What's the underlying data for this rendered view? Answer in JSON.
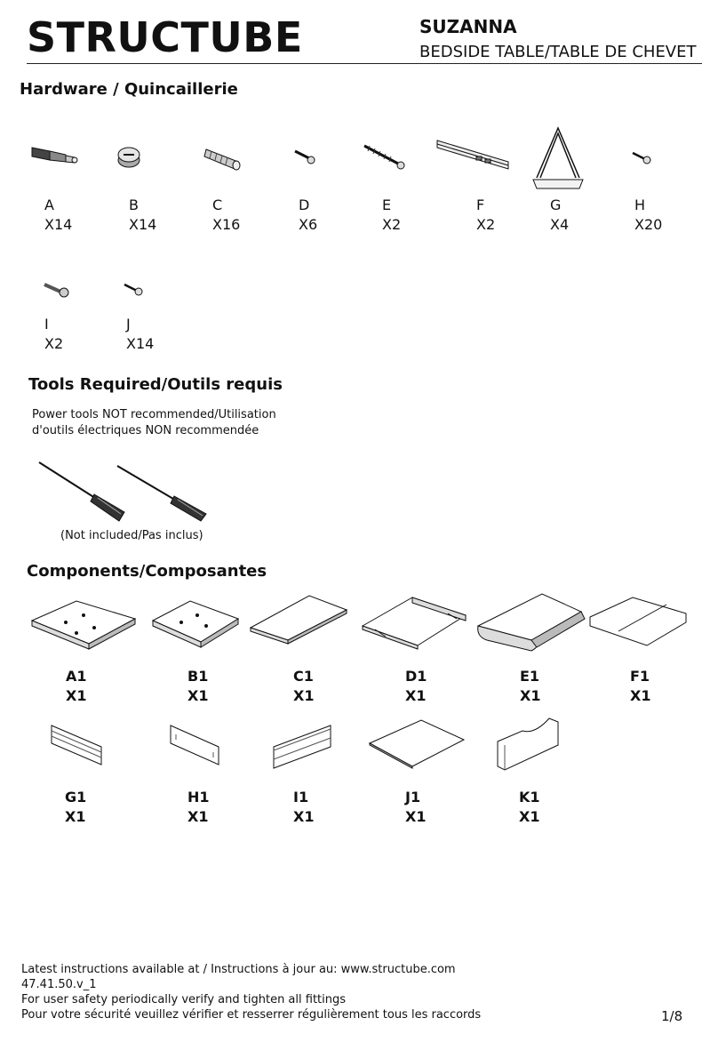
{
  "header": {
    "brand": "STRUCTUBE",
    "product_name": "SUZANNA",
    "product_subtitle": "BEDSIDE TABLE/TABLE DE CHEVET"
  },
  "hardware": {
    "title": "Hardware / Quincaillerie",
    "items": [
      {
        "letter": "A",
        "qty": "X14",
        "icon": "cam-bolt-icon"
      },
      {
        "letter": "B",
        "qty": "X14",
        "icon": "cam-lock-icon"
      },
      {
        "letter": "C",
        "qty": "X16",
        "icon": "wood-dowel-icon"
      },
      {
        "letter": "D",
        "qty": "X6",
        "icon": "screw-icon"
      },
      {
        "letter": "E",
        "qty": "X2",
        "icon": "long-screw-icon"
      },
      {
        "letter": "F",
        "qty": "X2",
        "icon": "drawer-slide-icon"
      },
      {
        "letter": "G",
        "qty": "X4",
        "icon": "hairpin-leg-icon"
      },
      {
        "letter": "H",
        "qty": "X20",
        "icon": "small-screw-icon"
      },
      {
        "letter": "I",
        "qty": "X2",
        "icon": "machine-bolt-icon"
      },
      {
        "letter": "J",
        "qty": "X14",
        "icon": "small-screw-icon"
      }
    ]
  },
  "tools": {
    "title": "Tools Required/Outils requis",
    "note_line1": "Power tools NOT recommended/Utilisation",
    "note_line2": "d'outils électriques NON recommendée",
    "not_included": "(Not included/Pas inclus)"
  },
  "components": {
    "title": "Components/Composantes",
    "items": [
      {
        "letter": "A1",
        "qty": "X1"
      },
      {
        "letter": "B1",
        "qty": "X1"
      },
      {
        "letter": "C1",
        "qty": "X1"
      },
      {
        "letter": "D1",
        "qty": "X1"
      },
      {
        "letter": "E1",
        "qty": "X1"
      },
      {
        "letter": "F1",
        "qty": "X1"
      },
      {
        "letter": "G1",
        "qty": "X1"
      },
      {
        "letter": "H1",
        "qty": "X1"
      },
      {
        "letter": "I1",
        "qty": "X1"
      },
      {
        "letter": "J1",
        "qty": "X1"
      },
      {
        "letter": "K1",
        "qty": "X1"
      }
    ]
  },
  "footer": {
    "line1": "Latest instructions available at / Instructions à jour au: www.structube.com",
    "line2": "47.41.50.v_1",
    "line3": "For user safety periodically verify and tighten all fittings",
    "line4": "Pour votre sécurité veuillez vérifier et resserrer régulièrement tous les raccords",
    "page": "1/8"
  }
}
